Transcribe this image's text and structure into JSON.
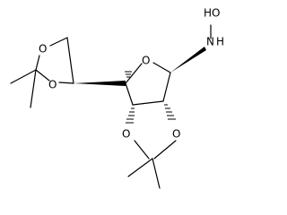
{
  "molecule": {
    "atoms": {
      "hydroxylamine_o": "HO",
      "hydroxylamine_n": "N",
      "hydroxylamine_nh": "H",
      "furanose_o": "O",
      "dioxolane_upper_o1": "O",
      "dioxolane_upper_o2": "O",
      "dioxolane_lower_o1": "O",
      "dioxolane_lower_o2": "O"
    }
  }
}
